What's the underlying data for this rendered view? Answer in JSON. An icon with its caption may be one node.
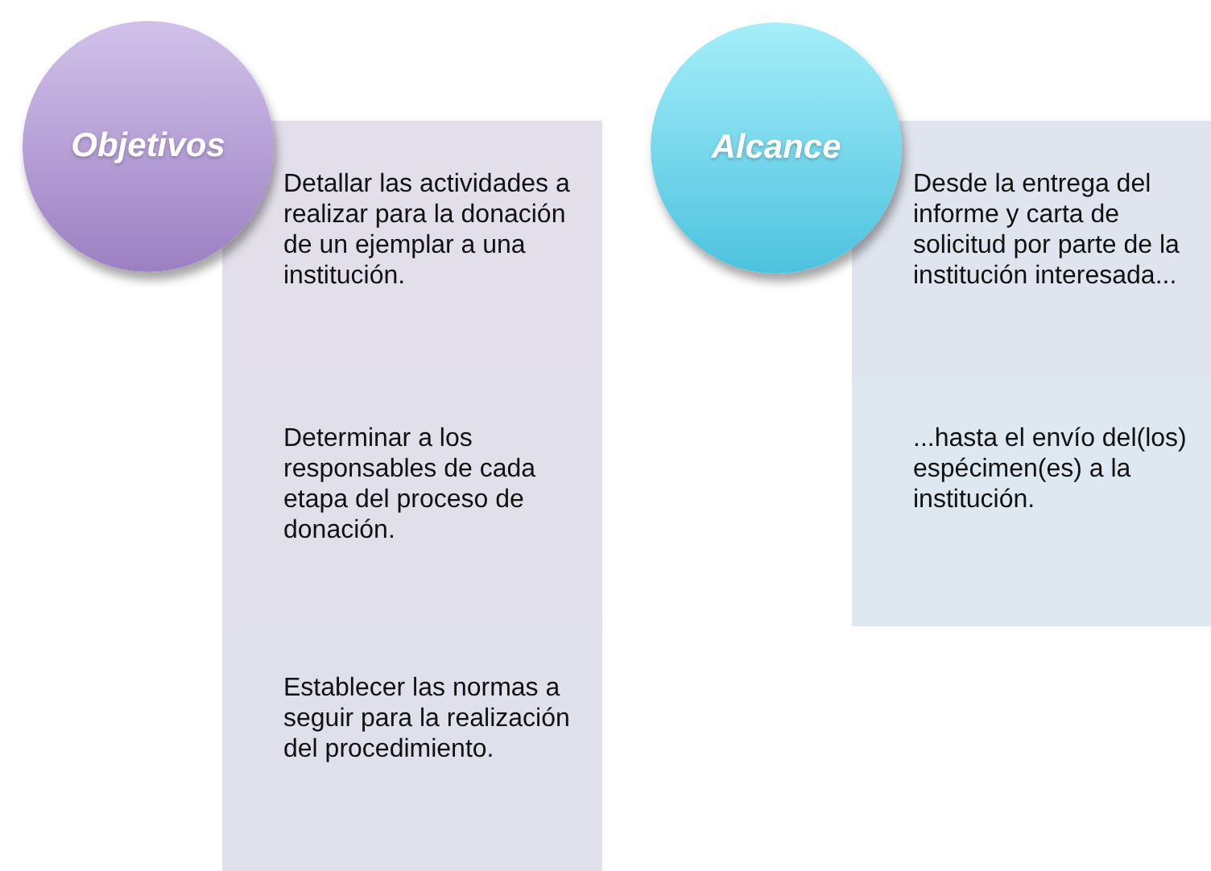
{
  "diagram": {
    "nodes": [
      {
        "text": [
          "Objetivos"
        ]
      },
      {
        "text": [
          "Detallar las actividades a realizar para la donación de un ejemplar a una institución."
        ]
      },
      {
        "text": [
          "Determinar a los responsables de cada etapa del proceso de donación."
        ]
      },
      {
        "text": [
          "Establecer las normas a seguir para la realización del procedimiento."
        ]
      },
      {
        "text": [
          "Alcance"
        ]
      },
      {
        "text": [
          "Desde la entrega del informe y carta de solicitud por parte de la institución interesada..."
        ]
      },
      {
        "text": [
          "...hasta el envío del(los) espécimen(es) a la institución."
        ]
      }
    ]
  }
}
